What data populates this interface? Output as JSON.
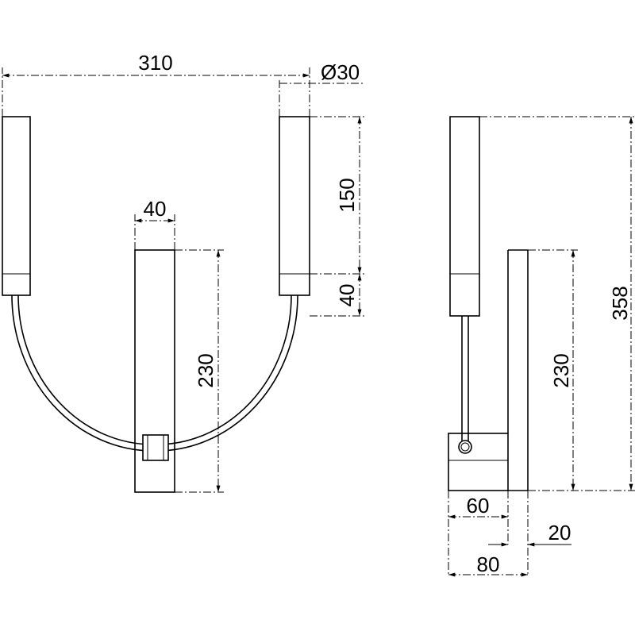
{
  "front_view": {
    "width": "310",
    "tube_diameter": "Ø30",
    "tube_length": "150",
    "tube_cap": "40",
    "plate_width": "40",
    "plate_height": "230"
  },
  "side_view": {
    "overall_height": "358",
    "plate_height": "230",
    "base_depth": "60",
    "plate_thickness": "20",
    "overall_depth": "80"
  }
}
